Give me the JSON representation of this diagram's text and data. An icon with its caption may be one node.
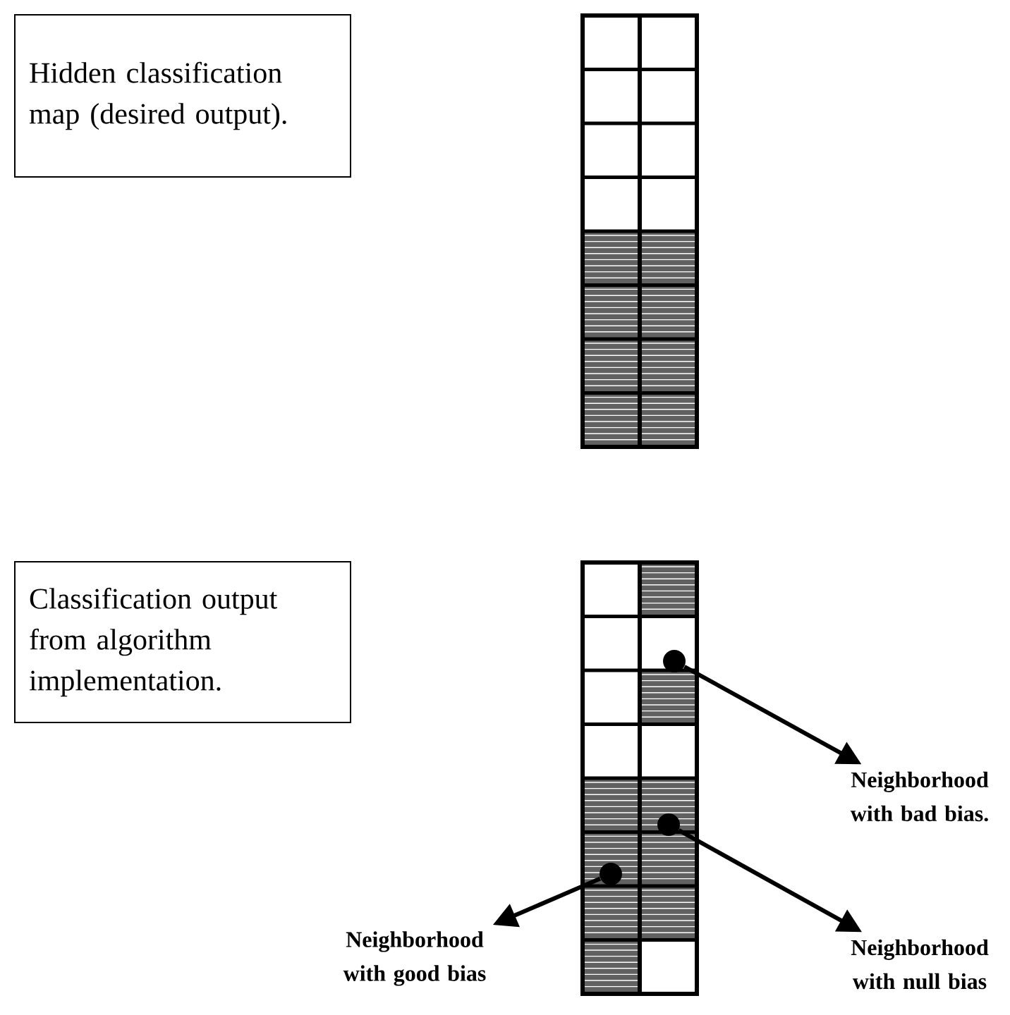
{
  "diagram": {
    "nodes": [
      {
        "text": [
          "Hidden classification map (desired output)."
        ]
      },
      {
        "text": [
          "Classification output from algorithm implementation."
        ]
      },
      {
        "text": [],
        "shape": "circle"
      },
      {
        "text": [
          "Neighborhood with bad bias."
        ]
      },
      {
        "text": [],
        "shape": "circle"
      },
      {
        "text": [
          "Neighborhood with null bias"
        ]
      },
      {
        "text": [],
        "shape": "circle"
      },
      {
        "text": [
          "Neighborhood with good bias"
        ]
      }
    ],
    "edges": [
      {
        "from": 2,
        "to": 3,
        "arrow": "to"
      },
      {
        "from": 4,
        "to": 5,
        "arrow": "to"
      },
      {
        "from": 6,
        "to": 7,
        "arrow": "to"
      }
    ]
  }
}
